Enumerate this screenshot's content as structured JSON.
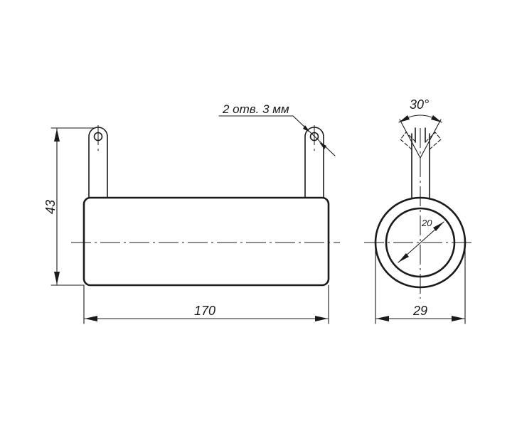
{
  "dimensions": {
    "height": "43",
    "length": "170",
    "diameter": "29",
    "inner_diameter": "20",
    "tab_angle": "30°",
    "holes_note": "2 отв. 3 мм"
  }
}
